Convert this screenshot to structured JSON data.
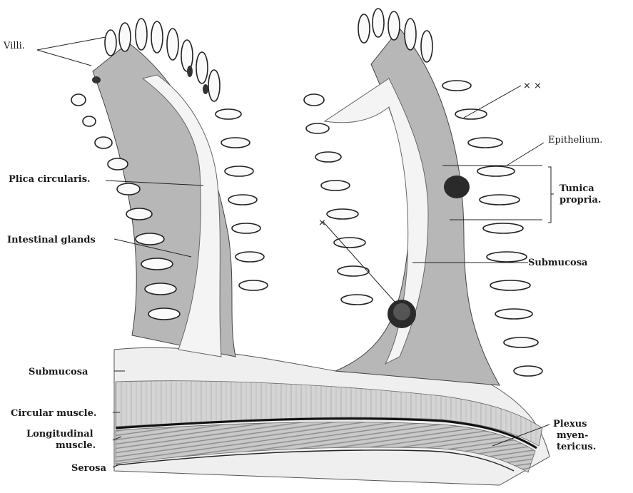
{
  "figure": {
    "labels": {
      "villi": "Villi.",
      "plica_circularis": "Plica circularis.",
      "intestinal_glands": "Intestinal glands",
      "submucosa_left": "Submucosa",
      "circular_muscle": "Circular muscle.",
      "longitudinal_muscle_1": "Longitudinal",
      "longitudinal_muscle_2": "muscle.",
      "serosa": "Serosa",
      "xx_mark": "× ×",
      "x_mark": "×",
      "epithelium": "Epithelium.",
      "tunica_1": "Tunica",
      "tunica_2": "propria.",
      "submucosa_right": "Submucosa",
      "plexus_1": "Plexus",
      "plexus_2": "myen-",
      "plexus_3": "tericus."
    },
    "colors": {
      "ink": "#1a1a1a",
      "tissue_light": "#f2f2f2",
      "tissue_mid": "#bdbdbd",
      "tissue_dark": "#3a3a3a",
      "muscle": "#9a9a9a"
    }
  }
}
